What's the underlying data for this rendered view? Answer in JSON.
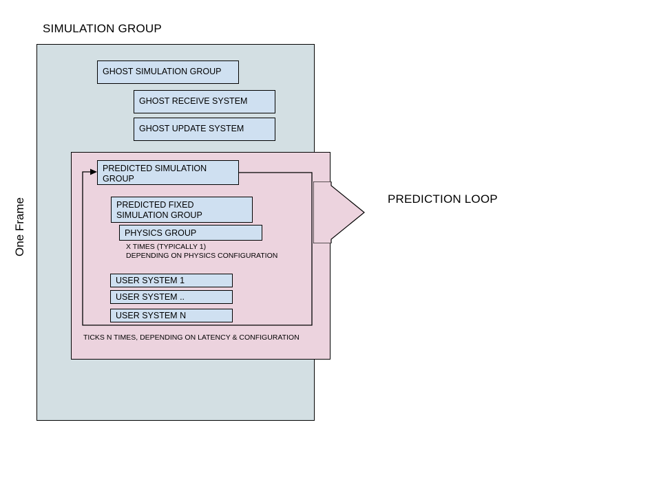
{
  "diagram": {
    "title": "SIMULATION GROUP",
    "side_label": "One Frame",
    "callout_label": "PREDICTION LOOP",
    "colors": {
      "simulation_group_fill": "#d3dfe3",
      "prediction_region_fill": "#ecd3de",
      "node_fill": "#cfe0f1",
      "stroke": "#000000",
      "background": "#ffffff"
    },
    "simulation_group": {
      "name": "SIMULATION GROUP",
      "nodes": [
        {
          "id": "ghost-simulation-group",
          "label": "GHOST SIMULATION GROUP"
        },
        {
          "id": "ghost-receive-system",
          "label": "GHOST RECEIVE SYSTEM"
        },
        {
          "id": "ghost-update-system",
          "label": "GHOST UPDATE SYSTEM"
        }
      ]
    },
    "prediction_loop": {
      "name": "PREDICTION LOOP",
      "nodes": [
        {
          "id": "predicted-simulation-group",
          "label": "PREDICTED SIMULATION GROUP"
        },
        {
          "id": "predicted-fixed-simulation-group",
          "label": "PREDICTED FIXED SIMULATION GROUP"
        },
        {
          "id": "physics-group",
          "label": "PHYSICS GROUP"
        },
        {
          "id": "user-system-1",
          "label": "USER SYSTEM 1"
        },
        {
          "id": "user-system-dotdot",
          "label": "USER SYSTEM .."
        },
        {
          "id": "user-system-n",
          "label": "USER SYSTEM N"
        }
      ],
      "physics_note": "X TIMES (TYPICALLY 1)\nDEPENDING ON PHYSICS CONFIGURATION",
      "ticks_note": "TICKS N TIMES, DEPENDING ON LATENCY & CONFIGURATION"
    }
  }
}
